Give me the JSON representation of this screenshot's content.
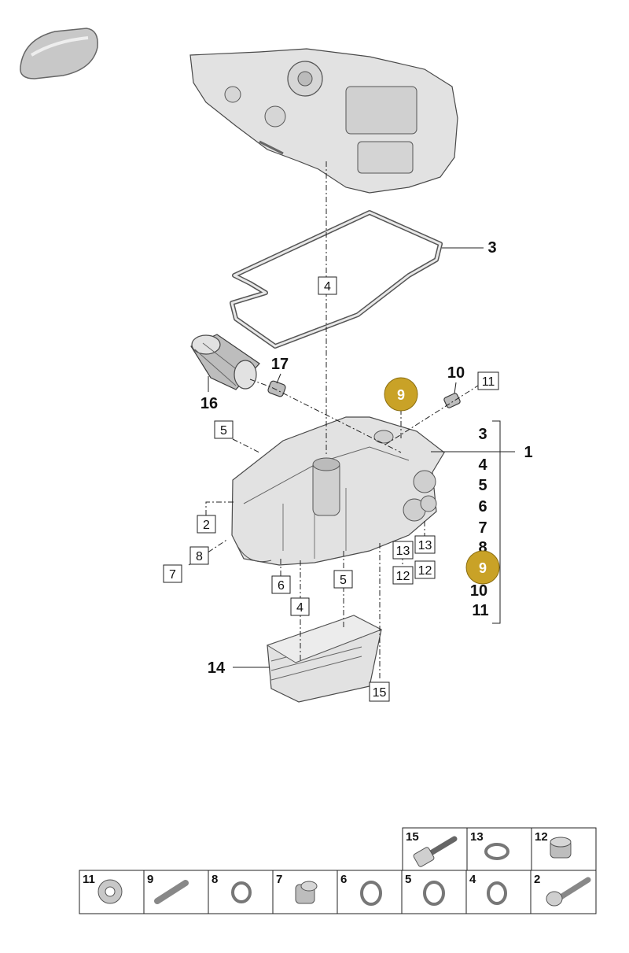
{
  "callouts": {
    "c3": "3",
    "c4": "4",
    "c16": "16",
    "c17": "17",
    "c10": "10",
    "c11": "11",
    "c5a": "5",
    "c1": "1",
    "c2": "2",
    "c8": "8",
    "c7": "7",
    "c6": "6",
    "c5b": "5",
    "c4b": "4",
    "c13a": "13",
    "c13b": "13",
    "c12a": "12",
    "c12b": "12",
    "c14": "14",
    "c15": "15"
  },
  "badges": {
    "top": "9",
    "list": "9"
  },
  "bracket_list": [
    "3",
    "4",
    "5",
    "6",
    "7",
    "8",
    "",
    "10",
    "11"
  ],
  "parts_table": {
    "top_row": [
      "15",
      "13",
      "12"
    ],
    "bottom_row": [
      "11",
      "9",
      "8",
      "7",
      "6",
      "5",
      "4",
      "2"
    ]
  },
  "colors": {
    "badge": "#c9a227",
    "line": "#222222",
    "part_fill": "#e2e2e2"
  }
}
